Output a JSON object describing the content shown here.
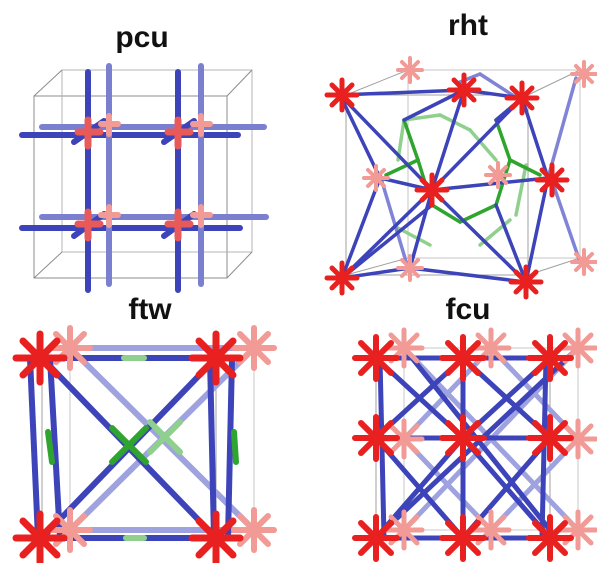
{
  "panels": [
    {
      "id": "pcu",
      "label": "pcu"
    },
    {
      "id": "rht",
      "label": "rht"
    },
    {
      "id": "ftw",
      "label": "ftw"
    },
    {
      "id": "fcu",
      "label": "fcu"
    }
  ],
  "colors": {
    "node": "#e8201f",
    "node_faded": "#f19a96",
    "link": "#3d43b8",
    "link_faded": "#9ea3df",
    "linker": "#2fa52f",
    "linker_faded": "#8fd08f",
    "frame": "#8c8c8c"
  }
}
